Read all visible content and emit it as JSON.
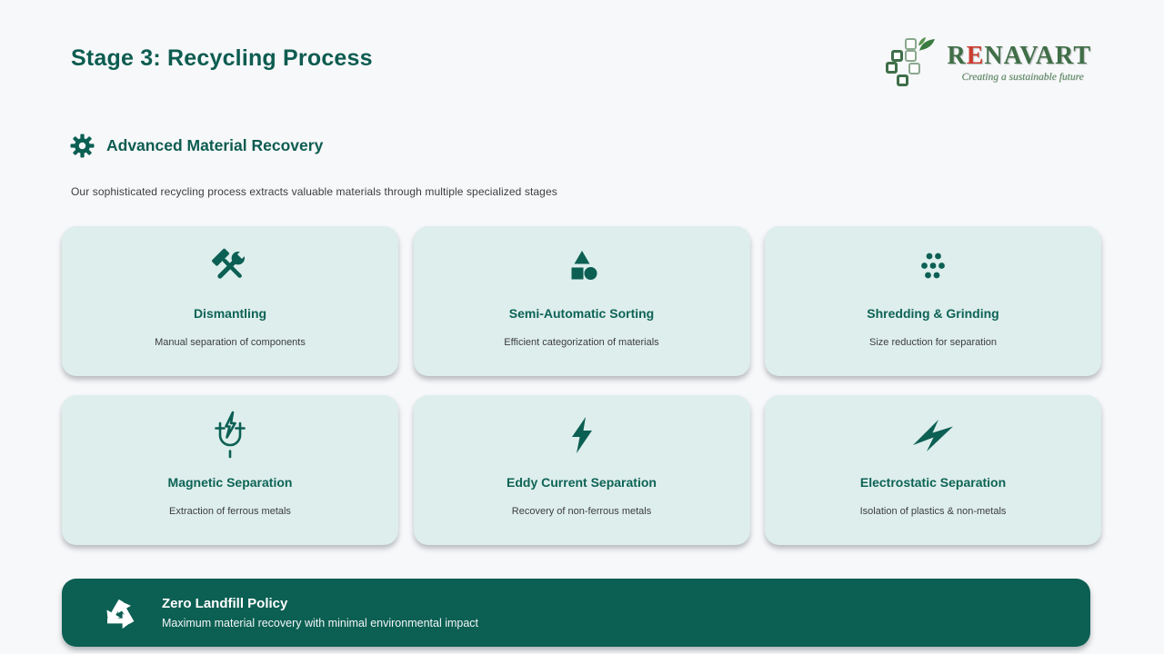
{
  "header": {
    "title": "Stage 3: Recycling Process",
    "logo": {
      "brand_start": "R",
      "brand_accent": "E",
      "brand_end": "NAVART",
      "tagline": "Creating a sustainable future"
    }
  },
  "section": {
    "heading": "Advanced Material Recovery",
    "description": "Our sophisticated recycling process extracts valuable materials through multiple specialized stages"
  },
  "cards": [
    {
      "icon": "crossed-tools-icon",
      "title": "Dismantling",
      "description": "Manual separation of components"
    },
    {
      "icon": "shapes-sorting-icon",
      "title": "Semi-Automatic Sorting",
      "description": "Efficient categorization of materials"
    },
    {
      "icon": "particles-icon",
      "title": "Shredding & Grinding",
      "description": "Size reduction for separation"
    },
    {
      "icon": "magnet-icon",
      "title": "Magnetic Separation",
      "description": "Extraction of ferrous metals"
    },
    {
      "icon": "lightning-bolt-icon",
      "title": "Eddy Current Separation",
      "description": "Recovery of non-ferrous metals"
    },
    {
      "icon": "electric-flash-icon",
      "title": "Electrostatic Separation",
      "description": "Isolation of plastics & non-metals"
    }
  ],
  "banner": {
    "icon": "recycle-icon",
    "title": "Zero Landfill Policy",
    "description": "Maximum material recovery with minimal environmental impact"
  },
  "icons": {
    "section_heading": "gear-icon",
    "logo_mark": "pixel-squares-with-leaf-icon"
  },
  "colors": {
    "accent_teal": "#0c5f53",
    "heading_teal": "#0d5c50",
    "card_background": "#ddeeec",
    "page_background": "#f7f8fa",
    "banner_background": "#0c5f53",
    "brand_green": "#3f6e47",
    "brand_red": "#cc3b2e",
    "text_gray": "#3d3d3d"
  }
}
